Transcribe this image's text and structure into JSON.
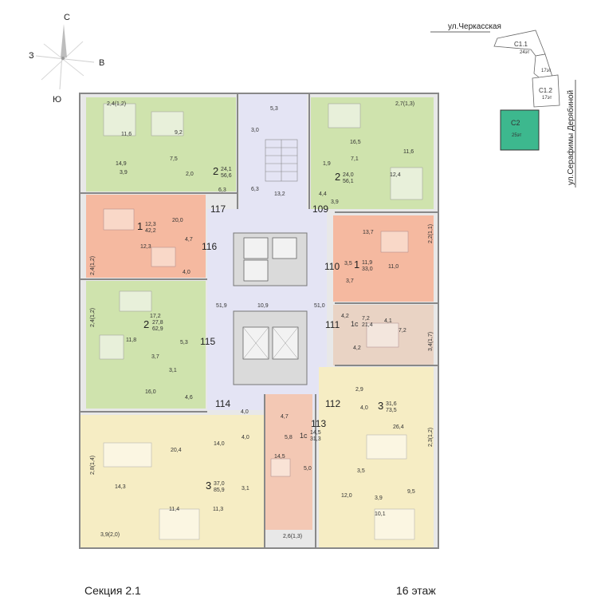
{
  "compass": {
    "n": "С",
    "s": "Ю",
    "w": "З",
    "e": "В"
  },
  "site": {
    "street_top": "ул.Черкасская",
    "street_right": "ул.Серафимы Дерябиной",
    "b1_name": "С1.1",
    "b1_floors": "24эт",
    "b_mid_floors": "17эт",
    "b2_name": "С1.2",
    "b2_floors": "17эт",
    "c2_name": "С2",
    "c2_floors": "25эт",
    "c2_color": "#3db88e"
  },
  "flats": {
    "f117": {
      "number": "117",
      "rooms": "2",
      "living": "24,1",
      "total": "56,6"
    },
    "f116": {
      "number": "116",
      "rooms": "1",
      "living": "12,3",
      "total": "42,2"
    },
    "f115": {
      "number": "115",
      "rooms": "2",
      "living": "27,8",
      "total": "62,9"
    },
    "f114": {
      "number": "114",
      "rooms": "3",
      "living": "37,0",
      "total": "85,9"
    },
    "f113": {
      "number": "113",
      "rooms": "1с",
      "living": "14,5",
      "total": "31,3"
    },
    "f112": {
      "number": "112",
      "rooms": "3",
      "living": "31,6",
      "total": "73,5"
    },
    "f111": {
      "number": "111",
      "rooms": "1с",
      "living": "7,2",
      "total": "21,4"
    },
    "f110": {
      "number": "110",
      "rooms": "1",
      "living": "11,9",
      "total": "33,0"
    },
    "f109": {
      "number": "109",
      "rooms": "2",
      "living": "24,0",
      "total": "56,1"
    }
  },
  "areas": {
    "a1": "2,4(1,2)",
    "a2": "11,6",
    "a3": "9,2",
    "a4": "14,9",
    "a5": "7,5",
    "a6": "3,9",
    "a7": "2,0",
    "a8": "6,3",
    "a9": "20,0",
    "a10": "12,3",
    "a11": "4,7",
    "a12": "2,4(1,2)",
    "a13": "4,0",
    "a14": "2,4(1,2)",
    "a15": "17,2",
    "a16": "11,8",
    "a17": "3,7",
    "a18": "5,3",
    "a19": "3,1",
    "a20": "16,0",
    "a21": "4,6",
    "a22": "5,3",
    "a23": "3,0",
    "a24": "6,3",
    "a25": "13,2",
    "a26": "51,9",
    "a27": "10,9",
    "a28": "51,0",
    "a29": "2,7(1,3)",
    "a30": "16,5",
    "a31": "11,6",
    "a32": "7,1",
    "a33": "1,9",
    "a34": "12,4",
    "a35": "4,4",
    "a36": "3,9",
    "a37": "13,7",
    "a38": "2,2(1,1)",
    "a39": "3,5",
    "a40": "11,0",
    "a41": "3,7",
    "a42": "4,2",
    "a43": "4,1",
    "a44": "7,2",
    "a45": "3,4(1,7)",
    "a46": "4,2",
    "a47": "2,9",
    "a48": "4,0",
    "a49": "26,4",
    "a50": "2,3(1,2)",
    "a51": "3,5",
    "a52": "9,5",
    "a53": "12,0",
    "a54": "3,9",
    "a55": "10,1",
    "a56": "4,0",
    "a57": "4,7",
    "a58": "14,0",
    "a59": "4,0",
    "a60": "5,8",
    "a61": "14,5",
    "a62": "5,0",
    "a63": "2,8(1,4)",
    "a64": "20,4",
    "a65": "14,3",
    "a66": "3,1",
    "a67": "11,4",
    "a68": "11,3",
    "a69": "3,9(2,0)",
    "a70": "2,6(1,3)"
  },
  "footer": {
    "section": "Секция 2.1",
    "floor": "16 этаж"
  }
}
